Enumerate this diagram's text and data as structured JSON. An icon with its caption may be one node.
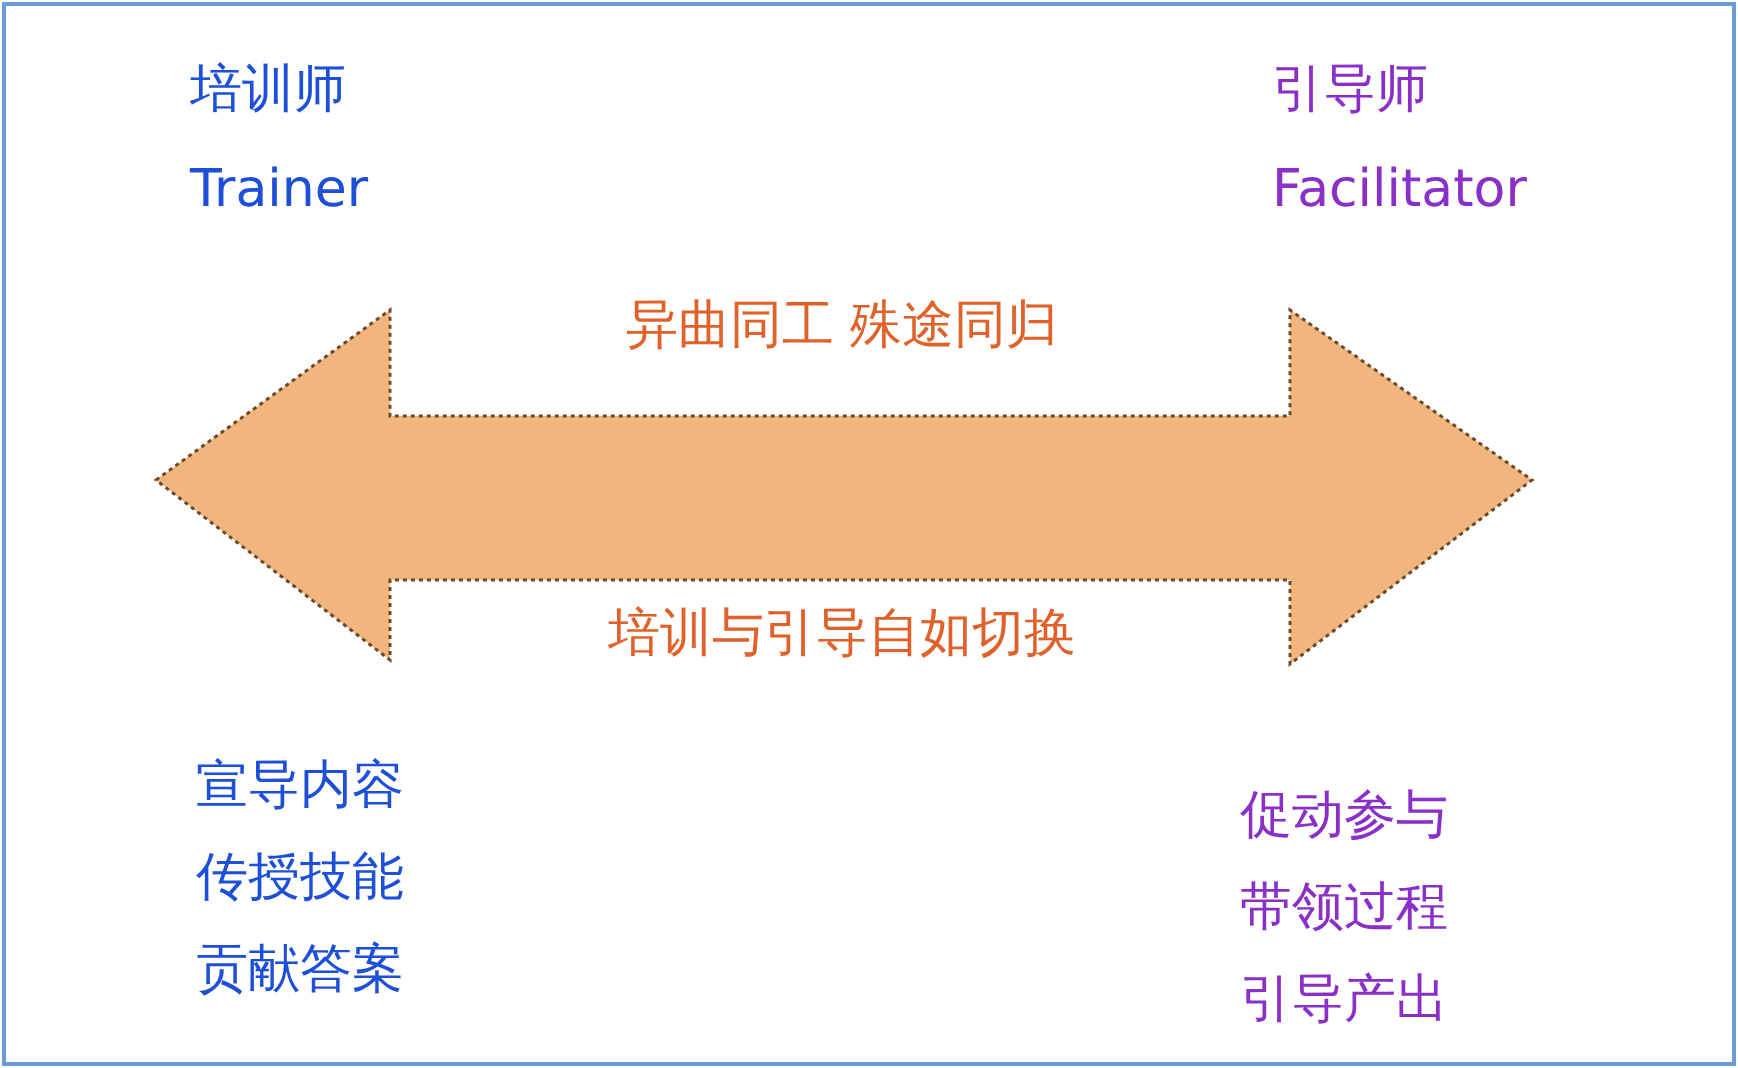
{
  "diagram": {
    "nodes": [
      {
        "text": [
          "异曲同工 殊途同归",
          "培训与引导自如切换"
        ]
      }
    ],
    "labels": [
      "培训师",
      "Trainer",
      "引导师",
      "Facilitator",
      "宣导内容",
      "传授技能",
      "贡献答案",
      "促动参与",
      "带领过程",
      "引导产出"
    ]
  }
}
